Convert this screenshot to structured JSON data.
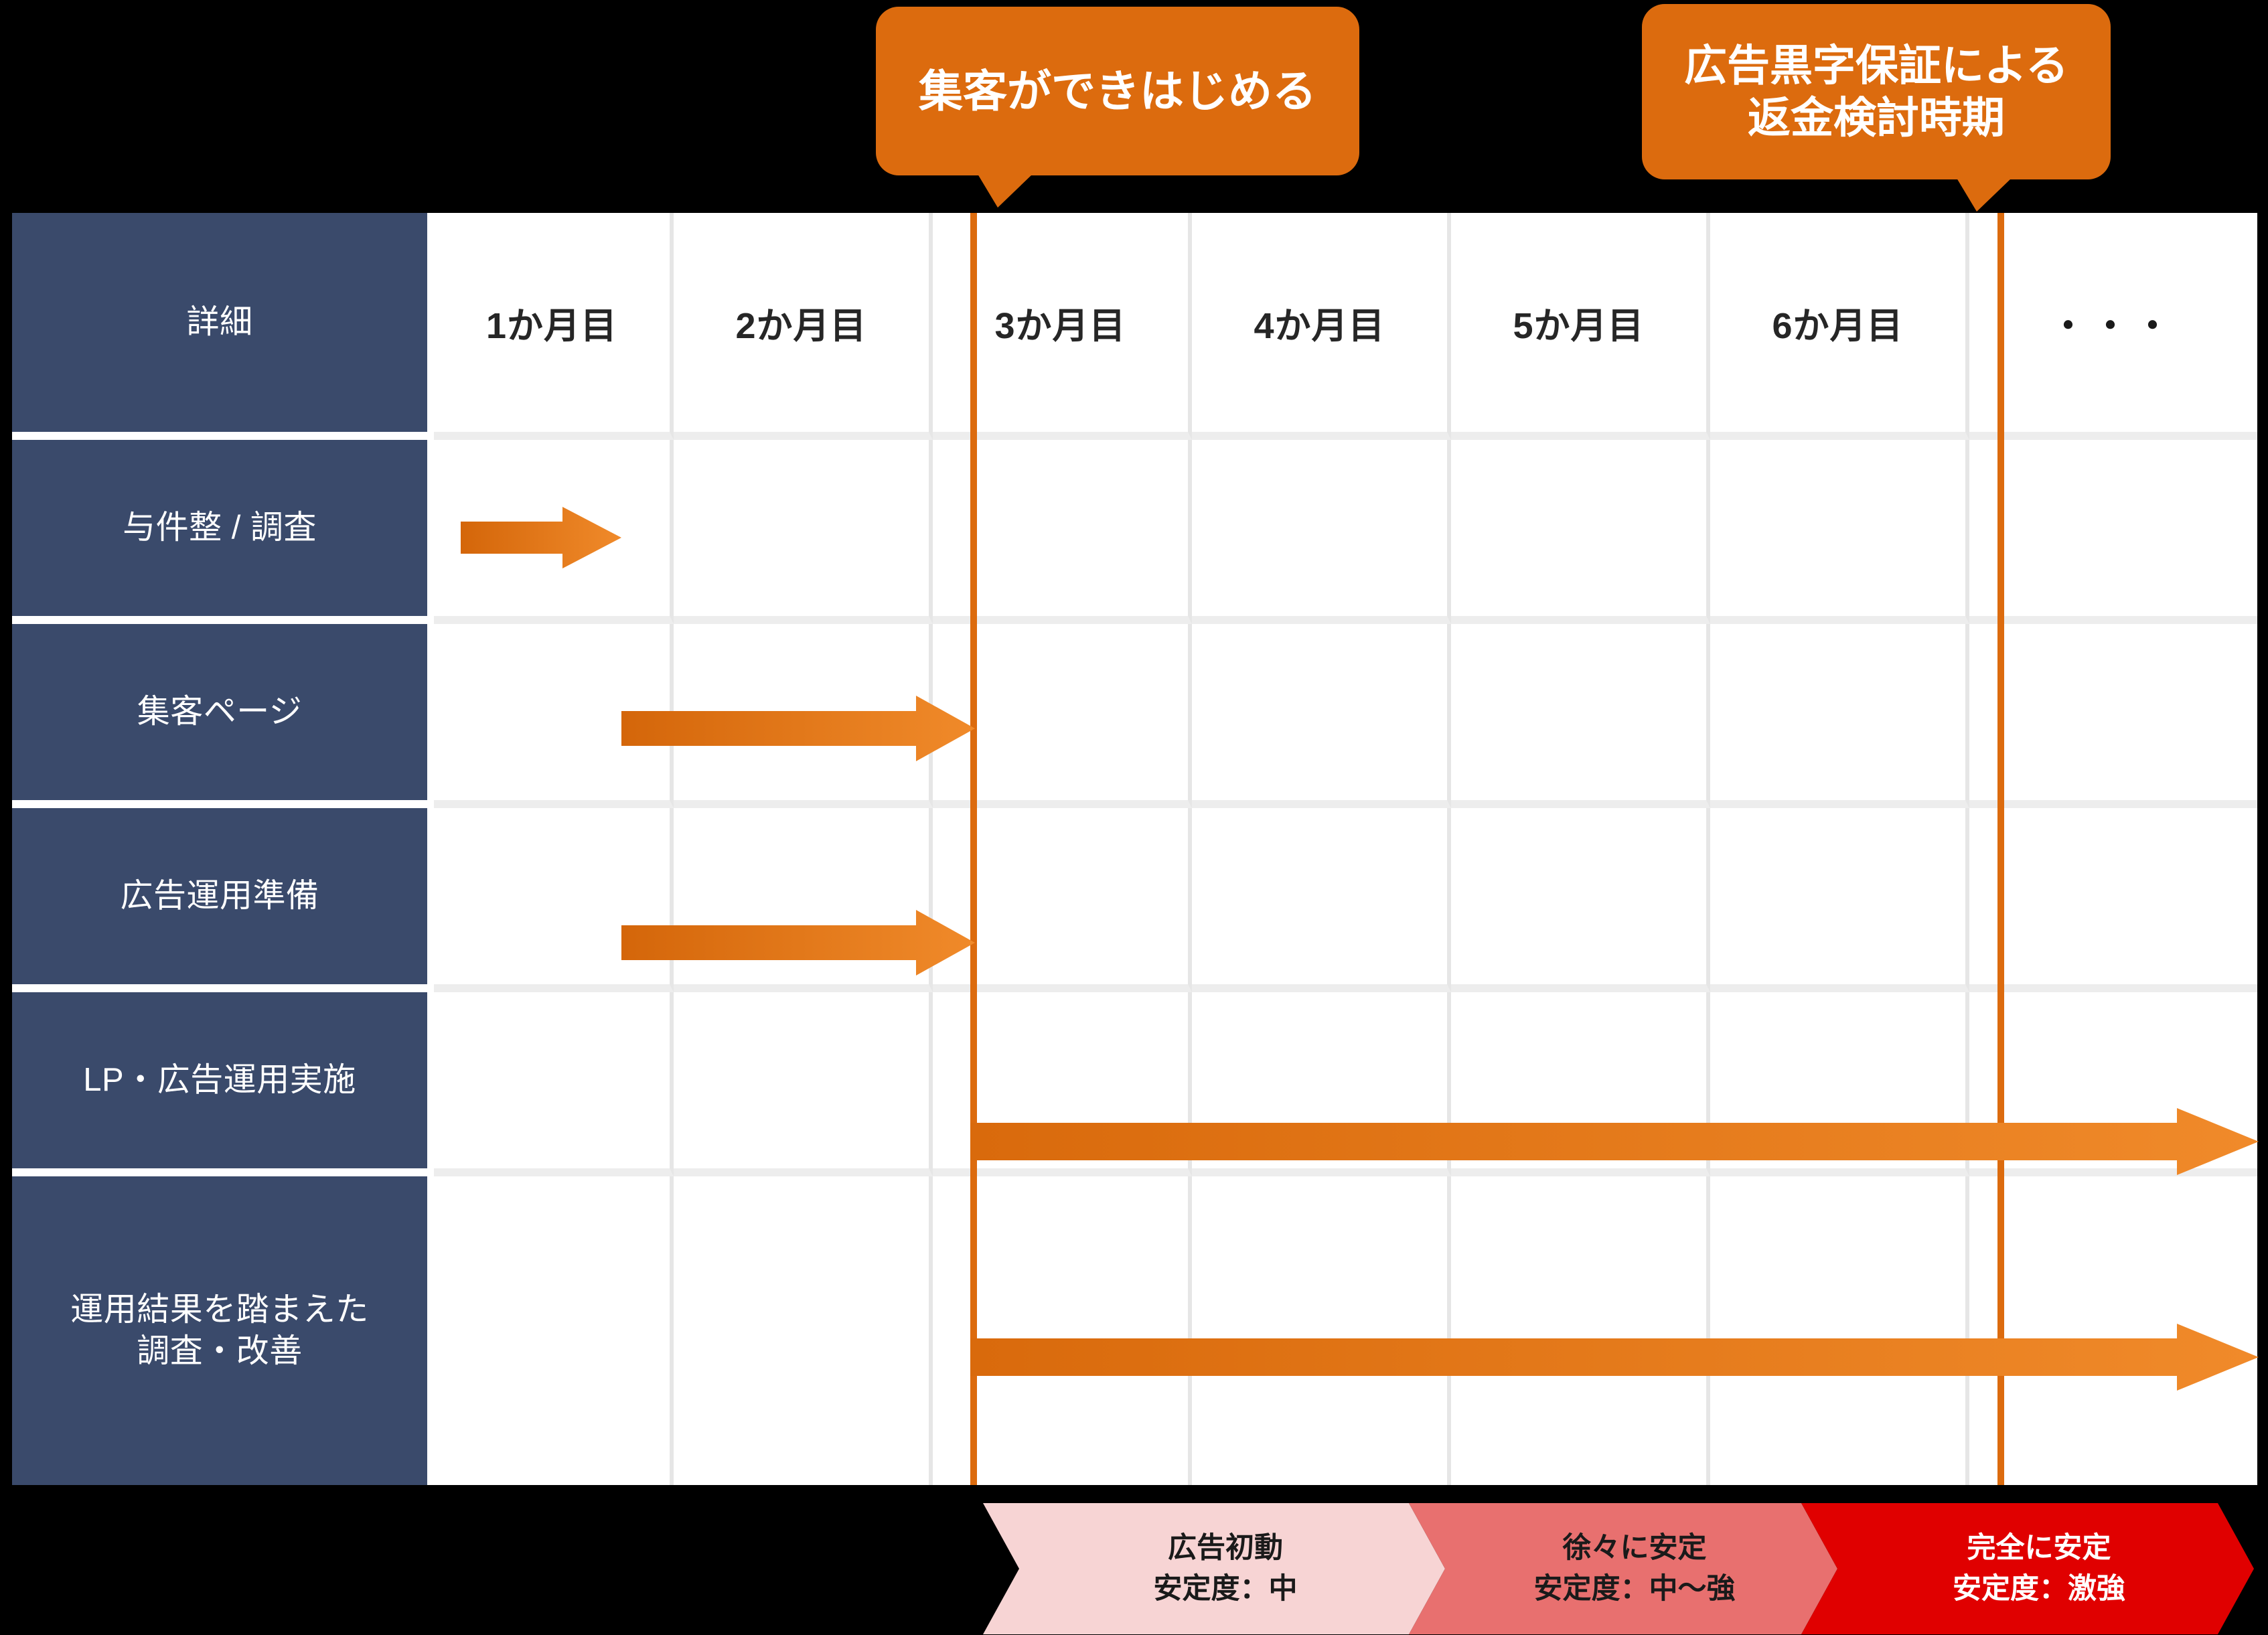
{
  "callouts": [
    {
      "id": "callout-1",
      "text": "集客ができはじめる"
    },
    {
      "id": "callout-2",
      "line1": "広告黒字保証による",
      "line2": "返金検討時期"
    }
  ],
  "table": {
    "columns": [
      {
        "label": "詳細",
        "type": "corner"
      },
      {
        "label": "1か月目"
      },
      {
        "label": "2か月目"
      },
      {
        "label": "3か月目"
      },
      {
        "label": "4か月目"
      },
      {
        "label": "5か月目"
      },
      {
        "label": "6か月目"
      },
      {
        "label": "・・・"
      }
    ],
    "rows": [
      {
        "label": "与件整 / 調査"
      },
      {
        "label": "集客ページ"
      },
      {
        "label": "広告運用準備"
      },
      {
        "label": "LP・広告運用実施"
      },
      {
        "label_line1": "運用結果を踏まえた",
        "label_line2": "調査・改善"
      }
    ]
  },
  "milestone_lines": [
    {
      "name": "month-3-line",
      "color": "#DC6B0E"
    },
    {
      "name": "month-7-line",
      "color": "#DC6B0E"
    }
  ],
  "arrows": [
    {
      "name": "arrow-yoken-chousa",
      "row": "与件整 / 調査",
      "from": "1か月目",
      "to": "1か月目",
      "color": "#DC6B0E"
    },
    {
      "name": "arrow-shukyaku-page",
      "row": "集客ページ",
      "from": "2か月目",
      "to": "3か月目",
      "color": "#DC6B0E"
    },
    {
      "name": "arrow-koukoku-junbi",
      "row": "広告運用準備",
      "from": "2か月目",
      "to": "3か月目",
      "color": "#DC6B0E"
    },
    {
      "name": "arrow-lp-unyou",
      "row": "LP・広告運用実施",
      "from": "3か月目",
      "to": "・・・",
      "color": "#DC6B0E"
    },
    {
      "name": "arrow-chousa-kaizen",
      "row": "運用結果を踏まえた調査・改善",
      "from": "3か月目",
      "to": "・・・",
      "color": "#DC6B0E"
    }
  ],
  "stability_bar": {
    "stages": [
      {
        "title": "広告初動",
        "level": "安定度：中",
        "color": "#F7D4D4"
      },
      {
        "title": "徐々に安定",
        "level": "安定度：中〜強",
        "color": "#E8706F"
      },
      {
        "title": "完全に安定",
        "level": "安定度：激強",
        "color": "#E00000"
      }
    ]
  },
  "colors": {
    "accent_orange": "#DC6B0E",
    "header_navy": "#3A4A6B",
    "grid_line": "#E6E6E6",
    "background": "#000000"
  }
}
